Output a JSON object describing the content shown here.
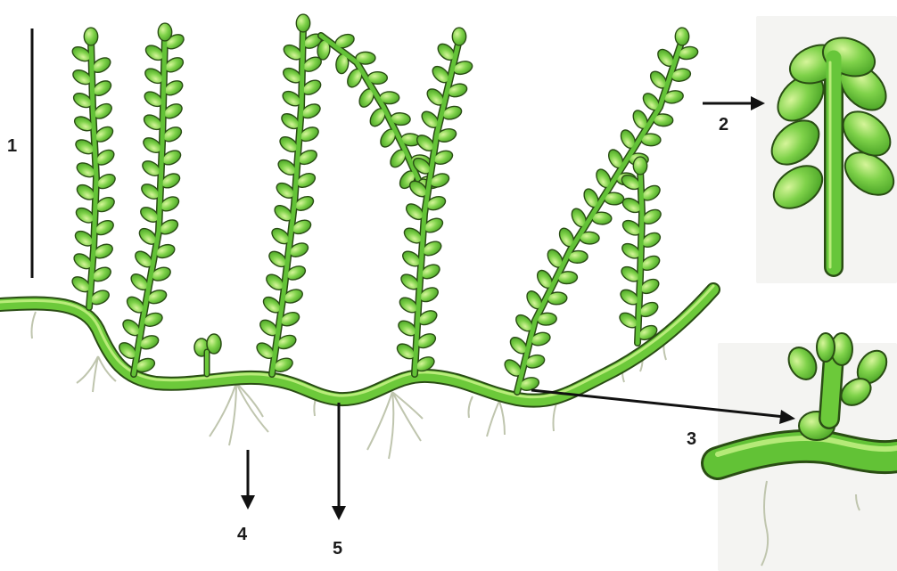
{
  "figure": {
    "labels": {
      "scale_bar": "1",
      "branch_tip_detail": "2",
      "branch_base_detail": "3",
      "rhizoid": "4",
      "stolon": "5"
    },
    "colors": {
      "plant_light": "#a8e05a",
      "plant_mid": "#6cc93a",
      "plant_dark": "#3d8f1c",
      "outline": "#2a4d14",
      "rhizoid": "#c9cdb8",
      "ink": "#111111",
      "inset_bg": "#f4f4f2"
    }
  }
}
